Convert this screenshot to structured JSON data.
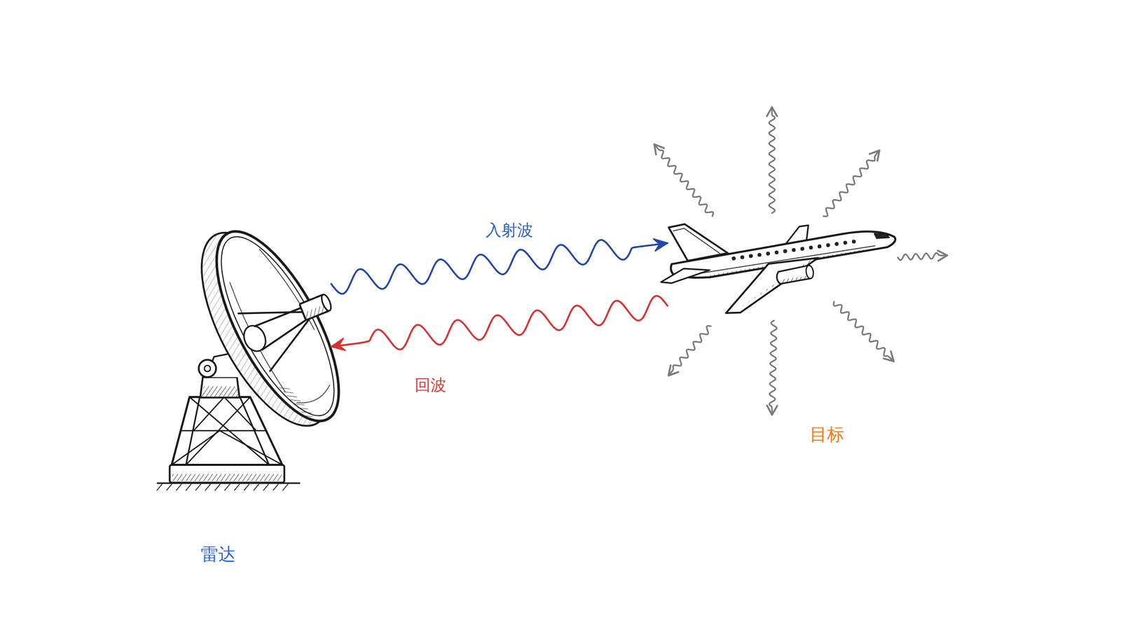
{
  "diagram": {
    "nodes": [
      {
        "text": [
          "雷达"
        ]
      },
      {
        "text": [
          "目标"
        ]
      }
    ],
    "edges": [
      {
        "from": 0,
        "to": 1,
        "arrow": "to",
        "label": "入射波"
      },
      {
        "from": 1,
        "to": 0,
        "arrow": "to",
        "label": "回波"
      }
    ]
  }
}
